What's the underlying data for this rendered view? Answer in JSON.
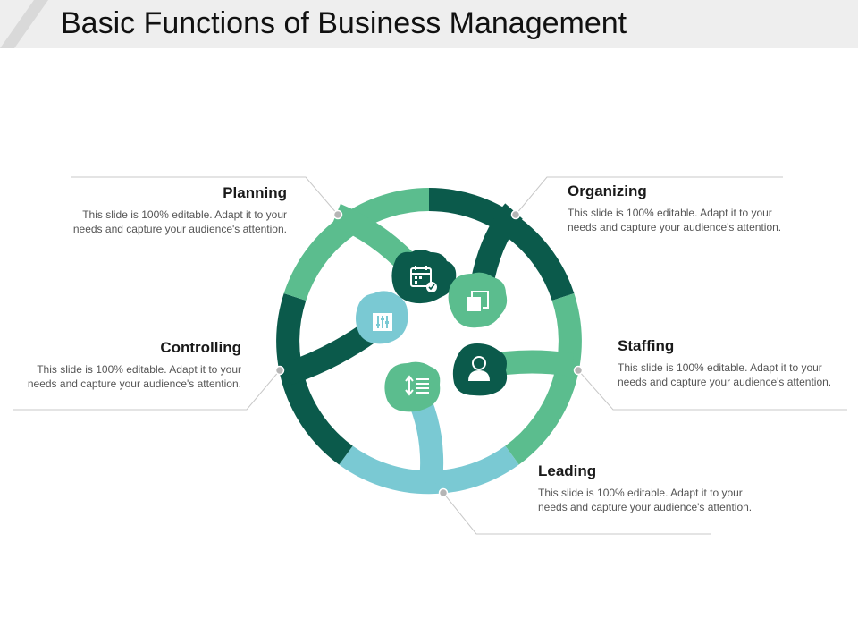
{
  "page": {
    "title": "Basic Functions of Business Management"
  },
  "colors": {
    "dark_green": "#0b5a4b",
    "mid_green": "#5bbd8e",
    "light_blue": "#7ac9d3",
    "connector": "#c8c8c8",
    "dot": "#b0b0b0"
  },
  "functions": [
    {
      "id": "planning",
      "title": "Planning",
      "description": "This slide is 100% editable. Adapt it to your needs and capture your audience's attention.",
      "icon": "calendar-check-icon"
    },
    {
      "id": "organizing",
      "title": "Organizing",
      "description": "This slide is 100% editable. Adapt it to your needs and capture your audience's attention.",
      "icon": "copy-squares-icon"
    },
    {
      "id": "staffing",
      "title": "Staffing",
      "description": "This slide is 100% editable. Adapt it to your needs and capture your audience's attention.",
      "icon": "user-icon"
    },
    {
      "id": "leading",
      "title": "Leading",
      "description": "This slide is 100% editable. Adapt it to your needs and capture your audience's attention.",
      "icon": "sort-list-icon"
    },
    {
      "id": "controlling",
      "title": "Controlling",
      "description": "This slide is 100% editable. Adapt it to your needs and capture your audience's attention.",
      "icon": "sliders-icon"
    }
  ]
}
